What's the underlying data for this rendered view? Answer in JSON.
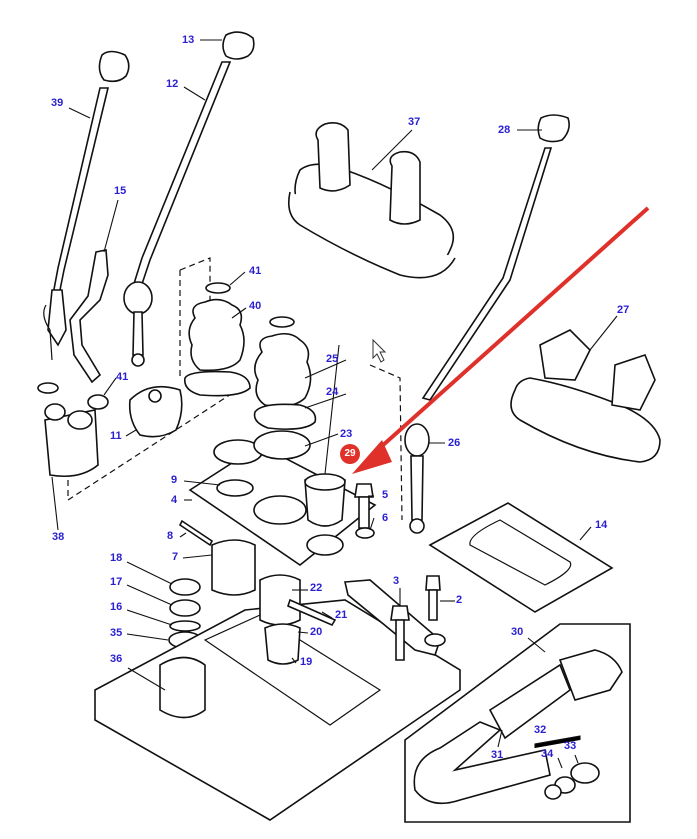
{
  "diagram": {
    "type": "exploded parts diagram",
    "subject": "Gear shift lever assembly",
    "highlight": {
      "part": "29",
      "color": "#e0302a",
      "arrow_color": "#e0302a"
    },
    "label_color": "#2a1fd0",
    "parts": [
      {
        "id": "p13",
        "label": "13"
      },
      {
        "id": "p12",
        "label": "12"
      },
      {
        "id": "p39",
        "label": "39"
      },
      {
        "id": "p15",
        "label": "15"
      },
      {
        "id": "p37",
        "label": "37"
      },
      {
        "id": "p28",
        "label": "28"
      },
      {
        "id": "p41a",
        "label": "41"
      },
      {
        "id": "p40",
        "label": "40"
      },
      {
        "id": "p41b",
        "label": "41"
      },
      {
        "id": "p11",
        "label": "11"
      },
      {
        "id": "p38",
        "label": "38"
      },
      {
        "id": "p25",
        "label": "25"
      },
      {
        "id": "p24",
        "label": "24"
      },
      {
        "id": "p23",
        "label": "23"
      },
      {
        "id": "p27",
        "label": "27"
      },
      {
        "id": "p26",
        "label": "26"
      },
      {
        "id": "p9",
        "label": "9"
      },
      {
        "id": "p4",
        "label": "4"
      },
      {
        "id": "p5",
        "label": "5"
      },
      {
        "id": "p6",
        "label": "6"
      },
      {
        "id": "p8",
        "label": "8"
      },
      {
        "id": "p7",
        "label": "7"
      },
      {
        "id": "p14",
        "label": "14"
      },
      {
        "id": "p18",
        "label": "18"
      },
      {
        "id": "p17",
        "label": "17"
      },
      {
        "id": "p16",
        "label": "16"
      },
      {
        "id": "p35",
        "label": "35"
      },
      {
        "id": "p36",
        "label": "36"
      },
      {
        "id": "p22",
        "label": "22"
      },
      {
        "id": "p21",
        "label": "21"
      },
      {
        "id": "p20",
        "label": "20"
      },
      {
        "id": "p19",
        "label": "19"
      },
      {
        "id": "p3",
        "label": "3"
      },
      {
        "id": "p2",
        "label": "2"
      },
      {
        "id": "p30",
        "label": "30"
      },
      {
        "id": "p31",
        "label": "31"
      },
      {
        "id": "p32",
        "label": "32"
      },
      {
        "id": "p33",
        "label": "33"
      },
      {
        "id": "p34",
        "label": "34"
      }
    ]
  }
}
